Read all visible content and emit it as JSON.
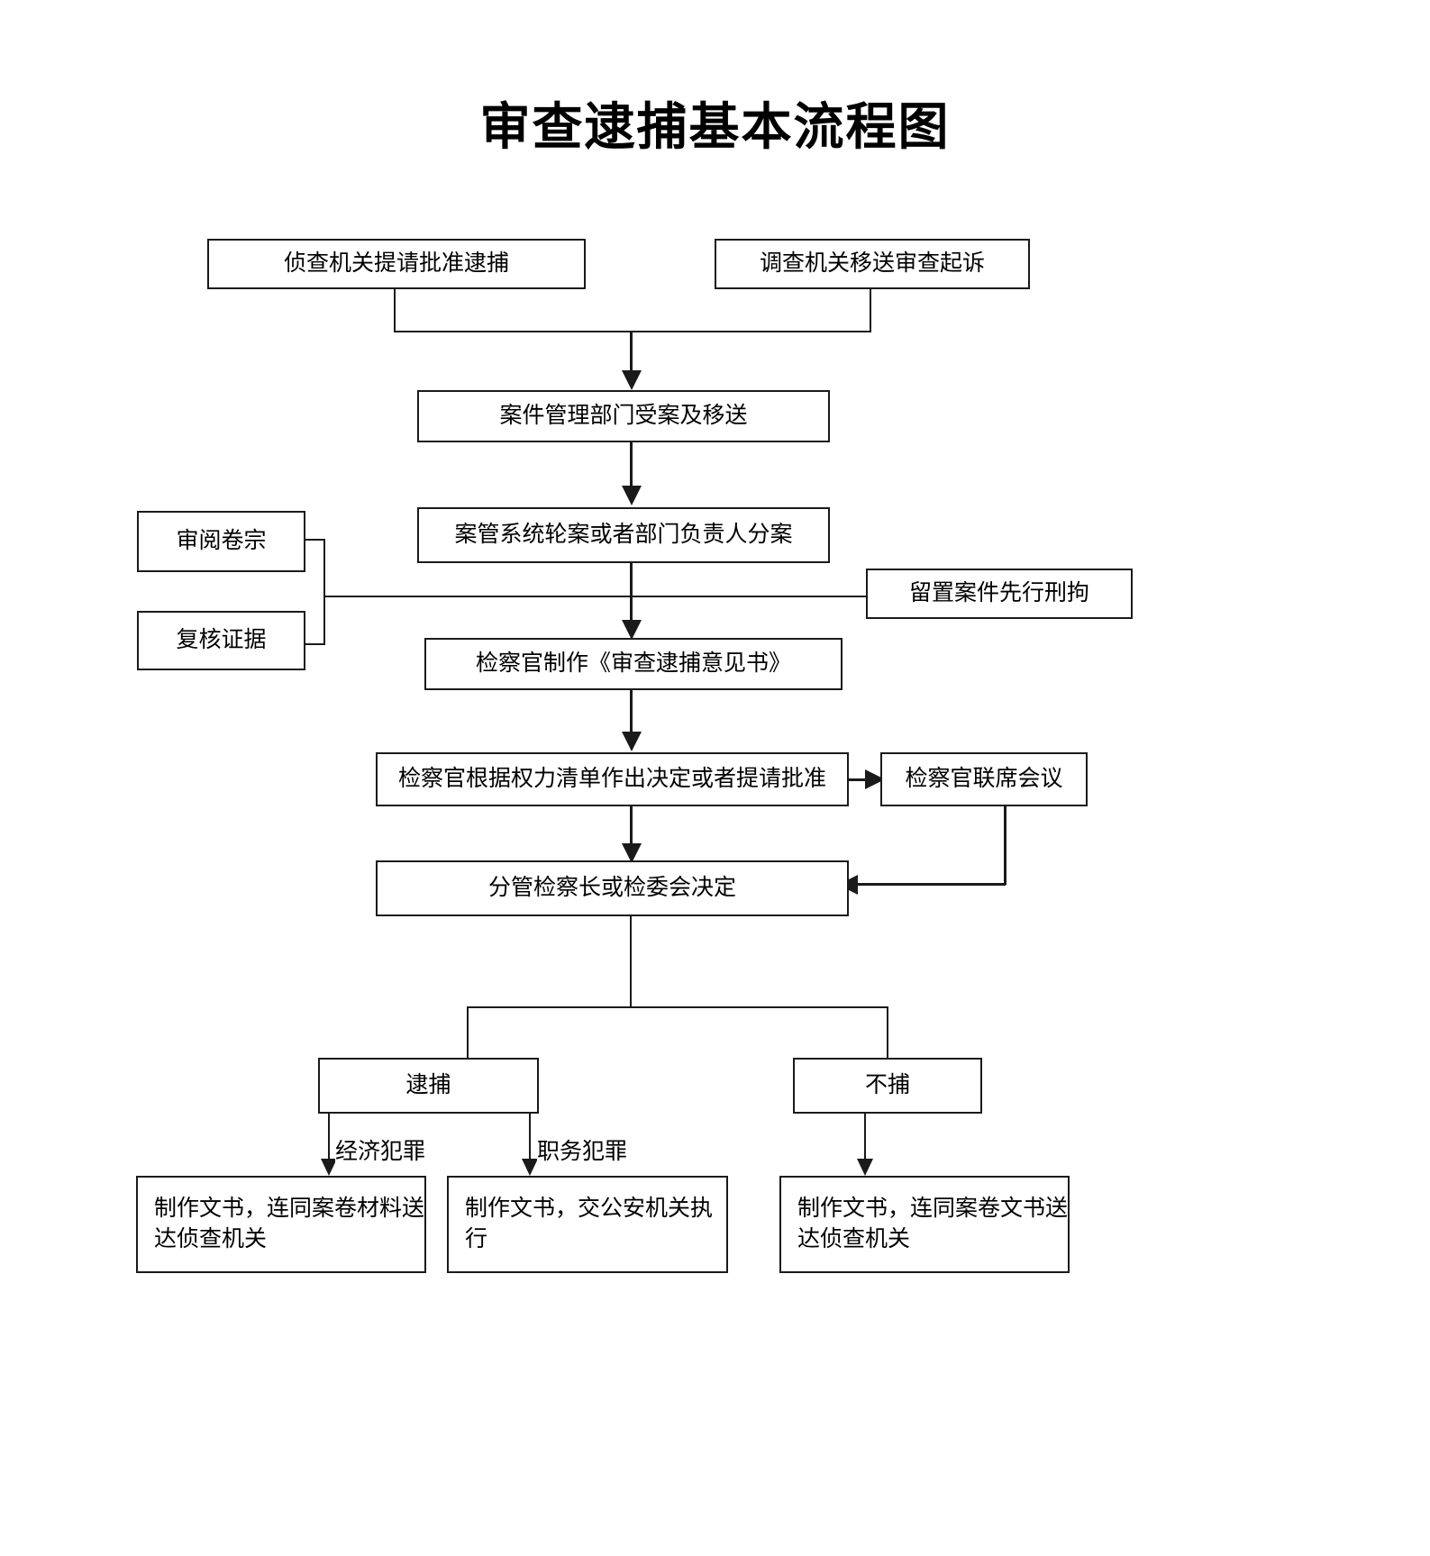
{
  "title": "审查逮捕基本流程图",
  "nodes": {
    "investigation_request": "侦查机关提请批准逮捕",
    "transfer_prosecution": "调查机关移送审查起诉",
    "case_management": "案件管理部门受案及移送",
    "case_assignment": "案管系统轮案或者部门负责人分案",
    "review_files": "审阅卷宗",
    "verify_evidence": "复核证据",
    "detention_first": "留置案件先行刑拘",
    "prosecutor_opinion": "检察官制作《审查逮捕意见书》",
    "prosecutor_decision": "检察官根据权力清单作出决定或者提请批准",
    "joint_meeting": "检察官联席会议",
    "chief_decision": "分管检察长或检委会决定",
    "arrest": "逮捕",
    "no_arrest": "不捕",
    "doc_to_investigation": "制作文书，连同案卷材料送达侦查机关",
    "doc_to_police": "制作文书，交公安机关执行",
    "doc_no_arrest": "制作文书，连同案卷文书送达侦查机关"
  },
  "edge_labels": {
    "economic_crime": "经济犯罪",
    "duty_crime": "职务犯罪"
  },
  "colors": {
    "line": "#1a1a1a",
    "background": "#ffffff",
    "text": "#000000"
  },
  "chart_data": {
    "type": "diagram",
    "title": "审查逮捕基本流程图",
    "nodes": [
      {
        "id": "investigation_request",
        "label": "侦查机关提请批准逮捕"
      },
      {
        "id": "transfer_prosecution",
        "label": "调查机关移送审查起诉"
      },
      {
        "id": "case_management",
        "label": "案件管理部门受案及移送"
      },
      {
        "id": "case_assignment",
        "label": "案管系统轮案或者部门负责人分案"
      },
      {
        "id": "review_files",
        "label": "审阅卷宗"
      },
      {
        "id": "verify_evidence",
        "label": "复核证据"
      },
      {
        "id": "detention_first",
        "label": "留置案件先行刑拘"
      },
      {
        "id": "prosecutor_opinion",
        "label": "检察官制作《审查逮捕意见书》"
      },
      {
        "id": "prosecutor_decision",
        "label": "检察官根据权力清单作出决定或者提请批准"
      },
      {
        "id": "joint_meeting",
        "label": "检察官联席会议"
      },
      {
        "id": "chief_decision",
        "label": "分管检察长或检委会决定"
      },
      {
        "id": "arrest",
        "label": "逮捕"
      },
      {
        "id": "no_arrest",
        "label": "不捕"
      },
      {
        "id": "doc_to_investigation",
        "label": "制作文书，连同案卷材料送达侦查机关"
      },
      {
        "id": "doc_to_police",
        "label": "制作文书，交公安机关执行"
      },
      {
        "id": "doc_no_arrest",
        "label": "制作文书，连同案卷文书送达侦查机关"
      }
    ],
    "edges": [
      {
        "from": "investigation_request",
        "to": "case_management",
        "label": ""
      },
      {
        "from": "transfer_prosecution",
        "to": "case_management",
        "label": ""
      },
      {
        "from": "case_management",
        "to": "case_assignment",
        "label": ""
      },
      {
        "from": "review_files",
        "to": "prosecutor_opinion",
        "label": ""
      },
      {
        "from": "verify_evidence",
        "to": "prosecutor_opinion",
        "label": ""
      },
      {
        "from": "detention_first",
        "to": "prosecutor_opinion",
        "label": ""
      },
      {
        "from": "case_assignment",
        "to": "prosecutor_opinion",
        "label": ""
      },
      {
        "from": "prosecutor_opinion",
        "to": "prosecutor_decision",
        "label": ""
      },
      {
        "from": "prosecutor_decision",
        "to": "joint_meeting",
        "label": ""
      },
      {
        "from": "prosecutor_decision",
        "to": "chief_decision",
        "label": ""
      },
      {
        "from": "joint_meeting",
        "to": "chief_decision",
        "label": ""
      },
      {
        "from": "chief_decision",
        "to": "arrest",
        "label": ""
      },
      {
        "from": "chief_decision",
        "to": "no_arrest",
        "label": ""
      },
      {
        "from": "arrest",
        "to": "doc_to_investigation",
        "label": "经济犯罪"
      },
      {
        "from": "arrest",
        "to": "doc_to_police",
        "label": "职务犯罪"
      },
      {
        "from": "no_arrest",
        "to": "doc_no_arrest",
        "label": ""
      }
    ]
  }
}
